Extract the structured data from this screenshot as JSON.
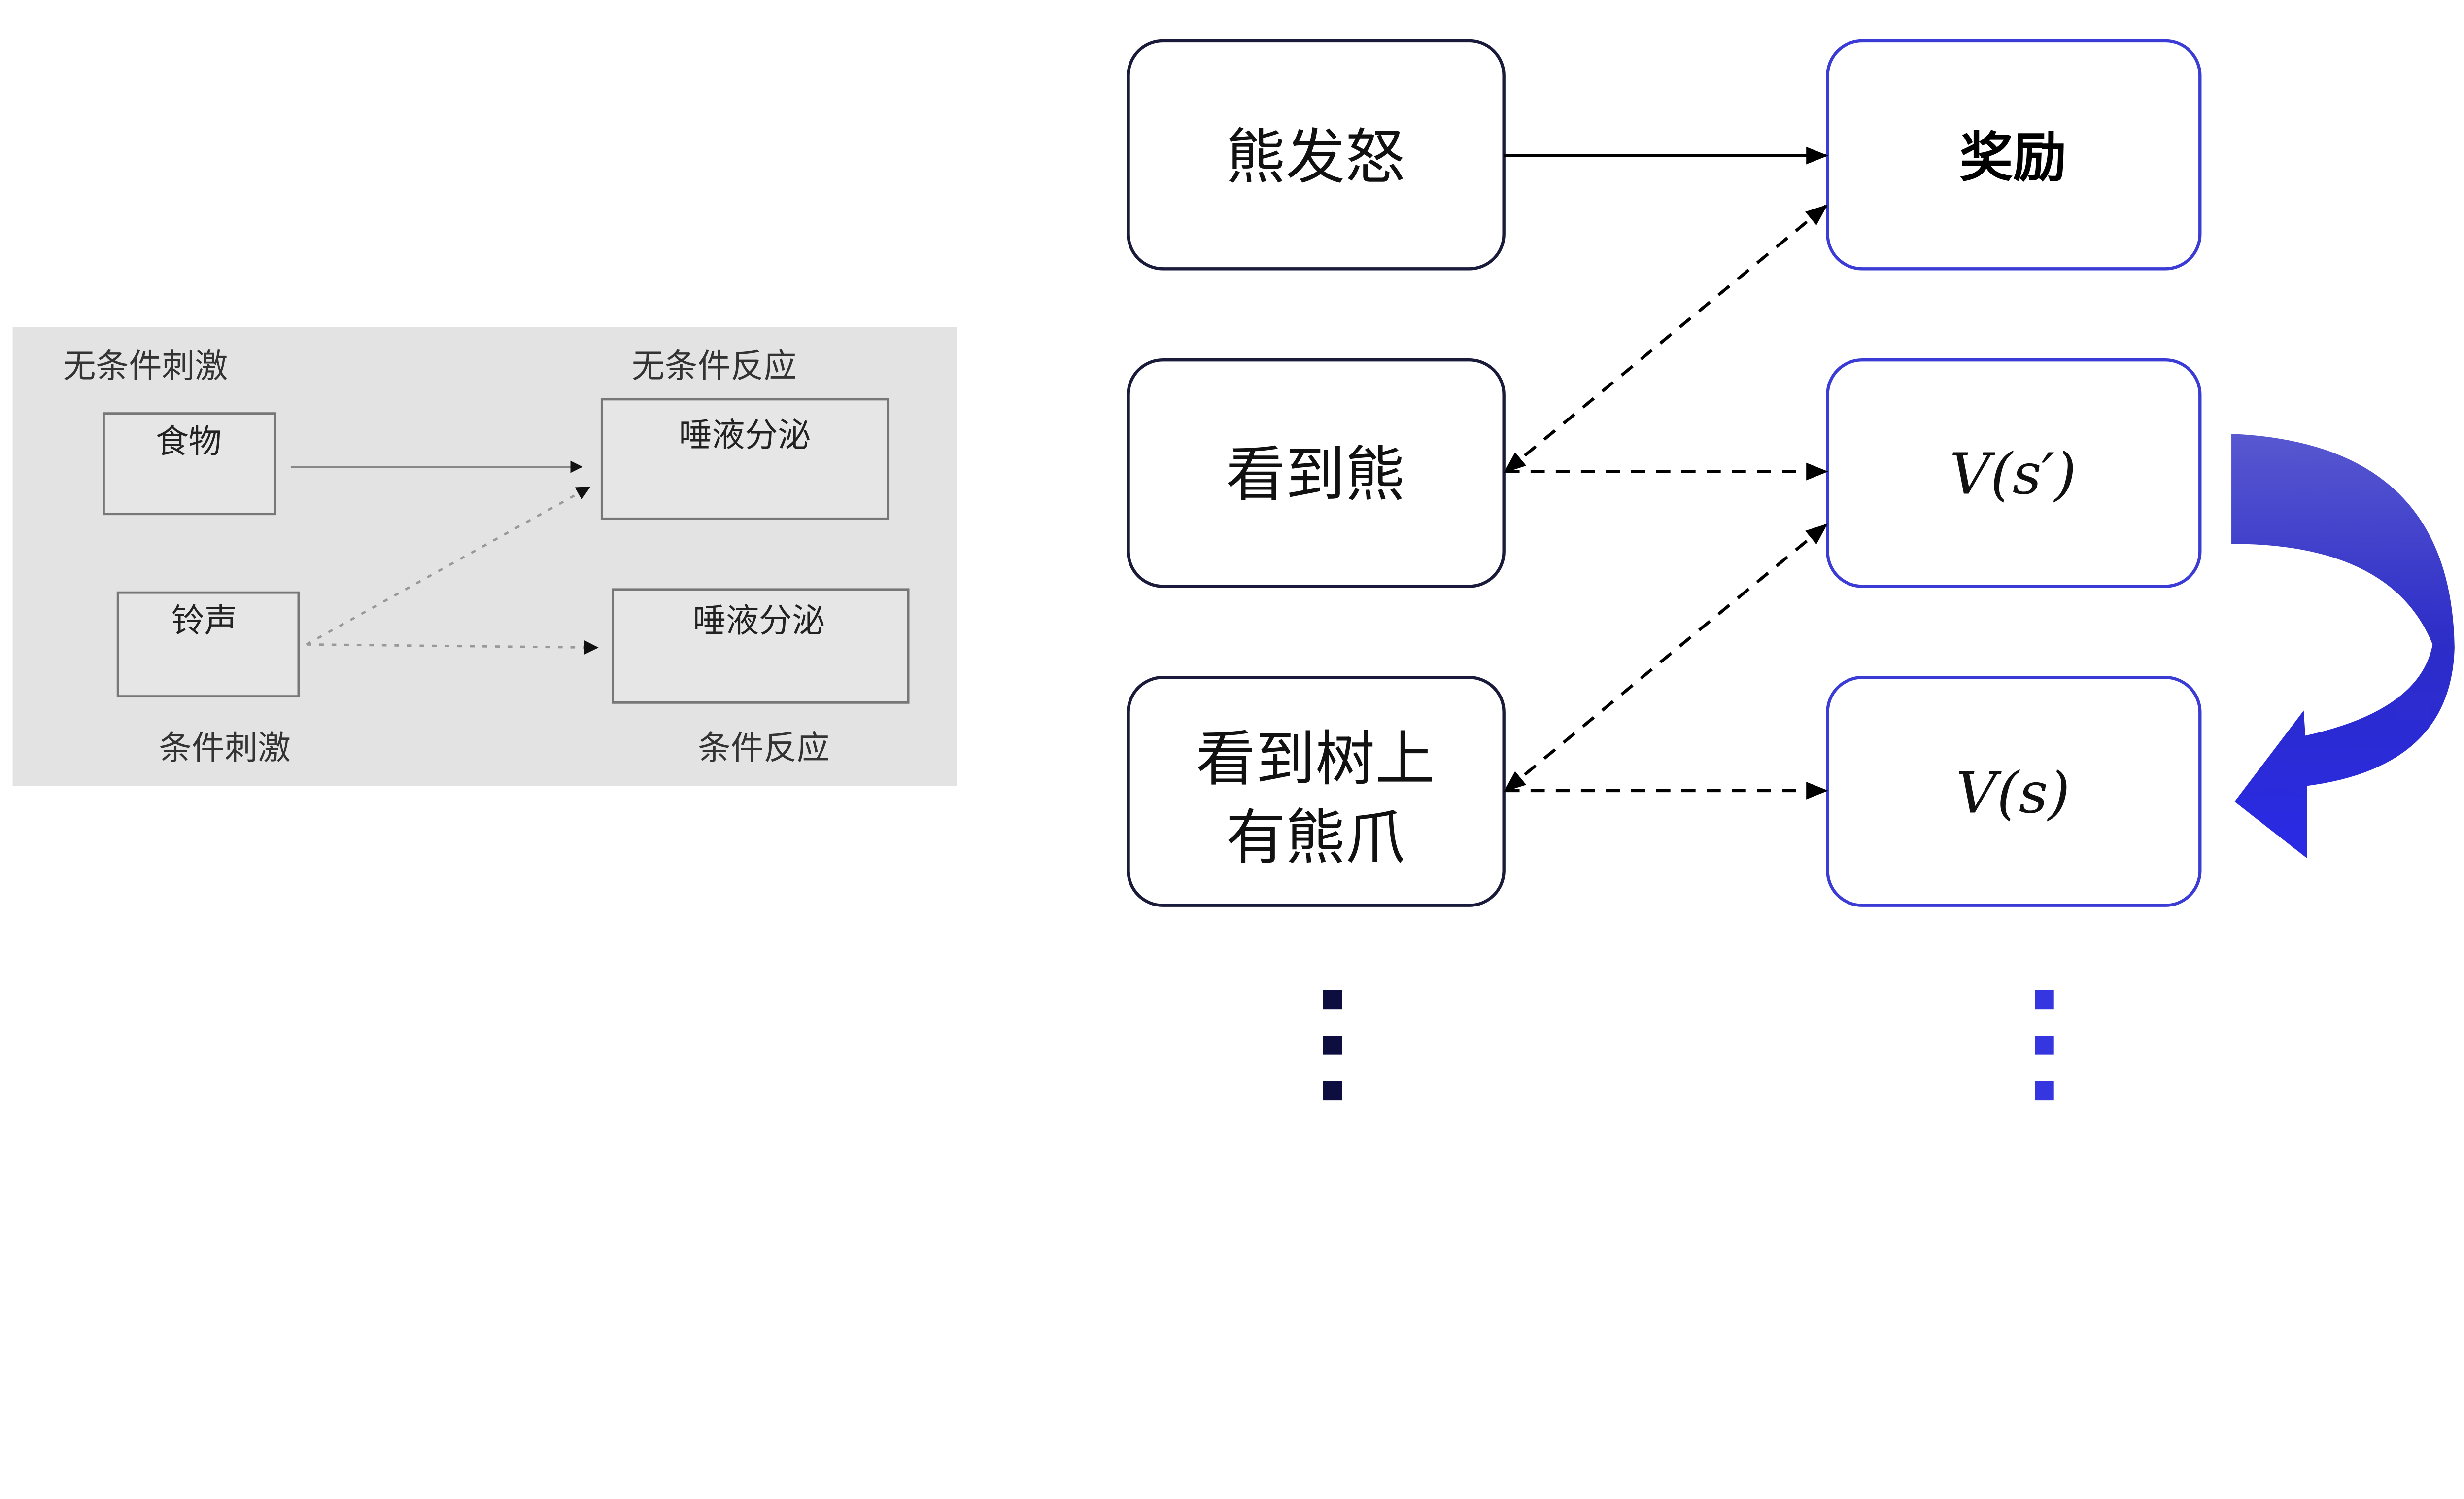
{
  "left_diagram": {
    "top_left_label": "无条件刺激",
    "top_right_label": "无条件反应",
    "bottom_left_label": "条件刺激",
    "bottom_right_label": "条件反应",
    "stimulus_food": "食物",
    "stimulus_bell": "铃声",
    "response_top": "唾液分泌",
    "response_bottom": "唾液分泌",
    "panel_color": "#e3e3e3"
  },
  "right_diagram": {
    "states": [
      "熊发怒",
      "看到熊",
      "看到树上",
      "有熊爪"
    ],
    "targets": [
      "奖励",
      "V(s′)",
      "V(s)"
    ],
    "left_border_color": "#1a1a3a",
    "right_border_color": "#3b3bd6",
    "curved_arrow_color": "#2f2fe0",
    "left_dots_color": "#0d0d40",
    "right_dots_color": "#3636e0"
  }
}
